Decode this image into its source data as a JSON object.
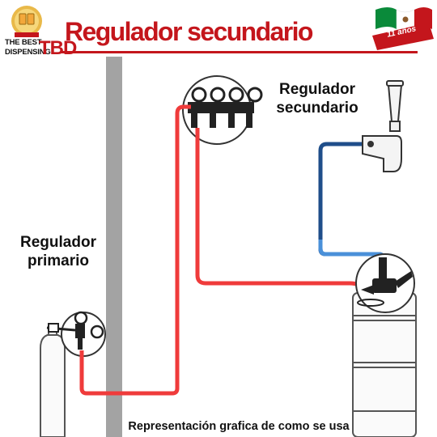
{
  "header": {
    "title": "Regulador secundario",
    "brand_line_1": "THE BEST",
    "brand_line_2": "DISPENSING",
    "brand_abbr": "TBD",
    "anniversary": "11 años"
  },
  "labels": {
    "secondary": [
      "Regulador",
      "secundario"
    ],
    "primary": [
      "Regulador",
      "primario"
    ]
  },
  "caption": "Representación grafica de como se usa",
  "colors": {
    "accent_red": "#c4161c",
    "gas_line_red": "#ef3b3b",
    "beer_line_blue": "#1f4e8a",
    "beer_line_light_blue": "#4a90d9",
    "wall_gray": "#a3a3a3"
  }
}
